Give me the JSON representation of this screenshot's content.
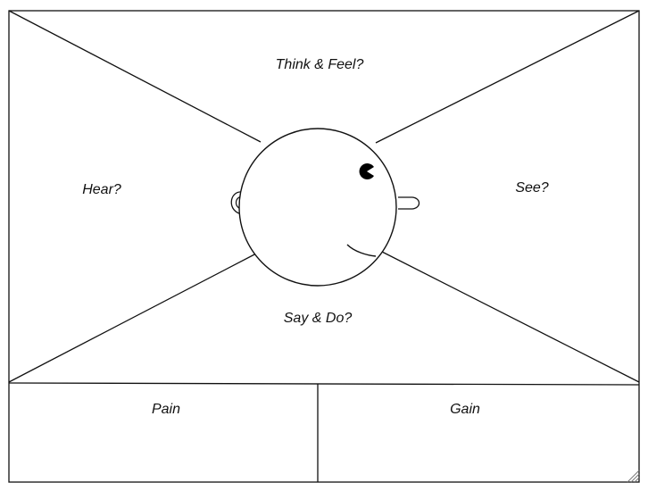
{
  "map": {
    "think_feel": "Think & Feel?",
    "hear": "Hear?",
    "see": "See?",
    "say_do": "Say & Do?",
    "pain": "Pain",
    "gain": "Gain"
  },
  "colors": {
    "line": "#111111",
    "background": "#ffffff"
  }
}
